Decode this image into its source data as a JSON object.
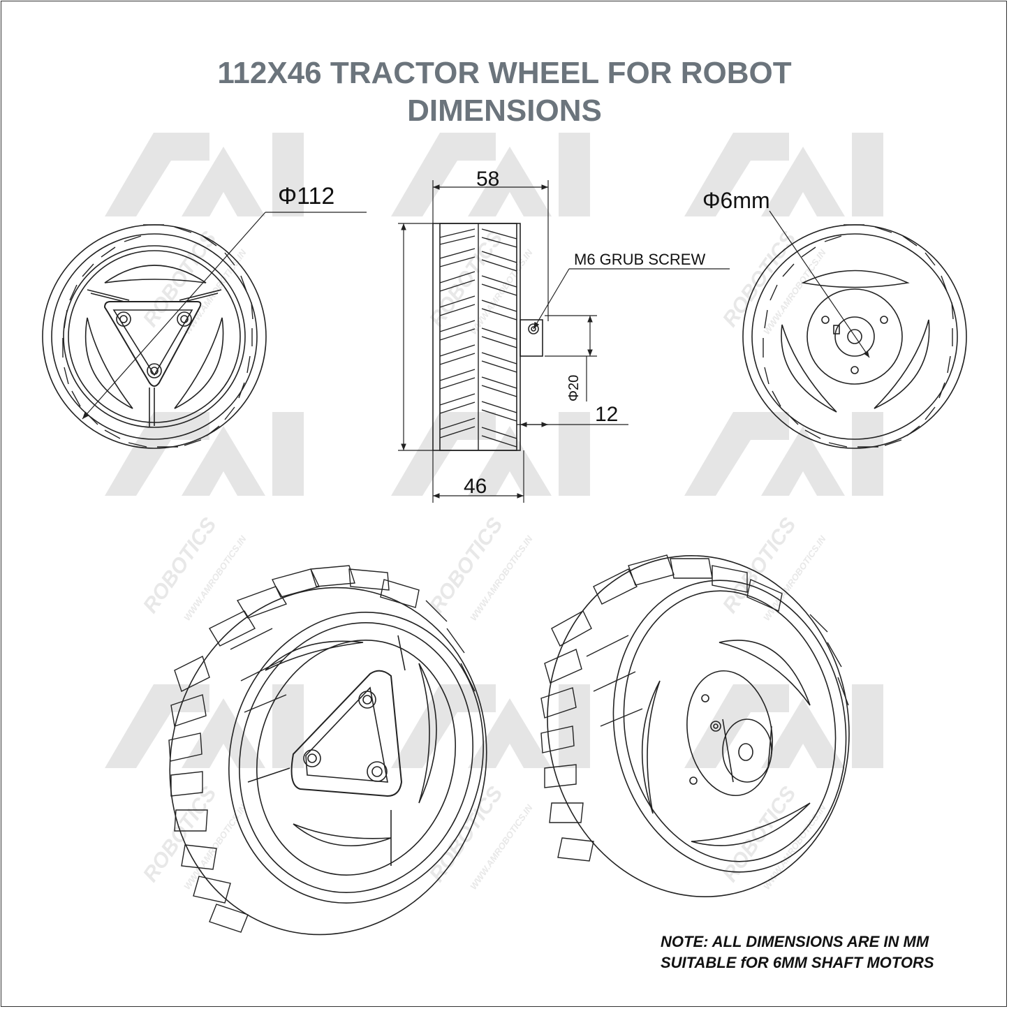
{
  "title": {
    "line1": "112X46 TRACTOR WHEEL FOR ROBOT",
    "line2": "DIMENSIONS"
  },
  "dimensions": {
    "outer_diameter": "Φ112",
    "hub_width": "58",
    "tire_width": "46",
    "grub_screw": "M6 GRUB SCREW",
    "hub_diameter": "Φ20",
    "hub_length": "12",
    "shaft_bore": "Φ6mm"
  },
  "note": {
    "line1": "NOTE: ALL DIMENSIONS ARE IN MM",
    "line2": "SUITABLE fOR 6MM SHAFT MOTORS"
  },
  "watermark": {
    "brand": "ROBOTICS",
    "url": "WWW.AMROBOTICS.IN"
  },
  "colors": {
    "title": "#6b747c",
    "line": "#222222",
    "watermark": "#e3e3e3"
  }
}
